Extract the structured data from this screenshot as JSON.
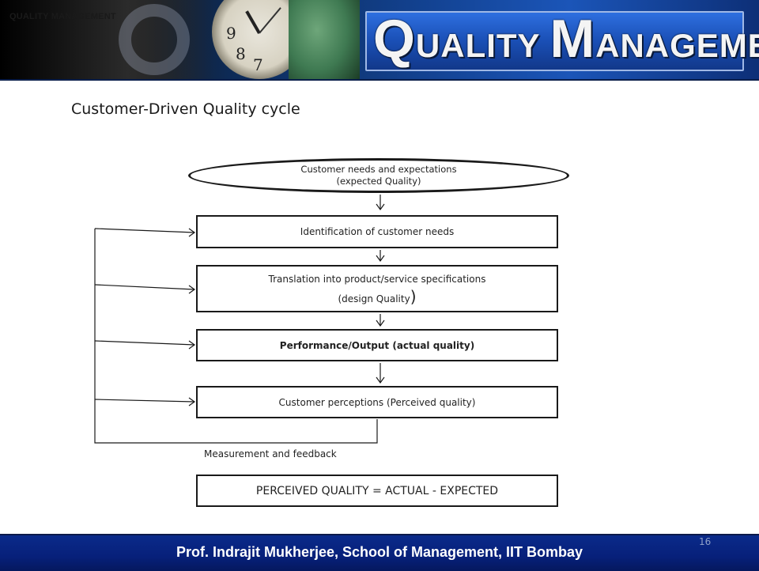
{
  "banner": {
    "tag": "QUALITY MANAGEMENT",
    "title_q": "Q",
    "title_rest1": "UALITY ",
    "title_m": "M",
    "title_rest2": "ANAGEMENT",
    "clock_numbers": [
      "9",
      "8",
      "7"
    ]
  },
  "slide": {
    "heading": "Customer-Driven Quality cycle",
    "page_number": "16"
  },
  "diagram": {
    "oval_line1": "Customer needs and expectations",
    "oval_line2": "(expected Quality)",
    "step1": "Identification of customer needs",
    "step2_line1": "Translation into product/service specifications",
    "step2_line2": "(design Quality",
    "step2_paren": ")",
    "step3": "Performance/Output (actual quality)",
    "step4": "Customer perceptions (Perceived quality)",
    "feedback_label": "Measurement and feedback",
    "formula": "PERCEIVED QUALITY = ACTUAL - EXPECTED"
  },
  "footer": {
    "credit": "Prof. Indrajit Mukherjee, School of Management, IIT Bombay"
  },
  "colors": {
    "banner_blue": "#1b55b8",
    "footer_blue": "#07207a",
    "outline": "#1a1a1a"
  }
}
